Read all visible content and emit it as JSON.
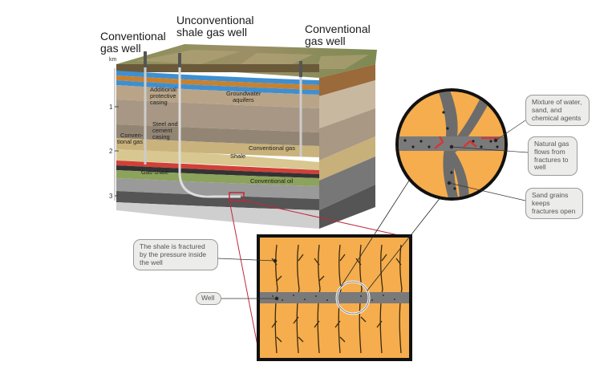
{
  "wells": {
    "conventional_left": "Conventional\ngas well",
    "unconventional": "Unconventional\nshale gas well",
    "conventional_right": "Conventional\ngas well"
  },
  "depth_axis": {
    "unit": "km",
    "ticks": [
      "1",
      "2",
      "3"
    ]
  },
  "cross_section_labels": {
    "protective_casing": "Additional protective casing",
    "steel_cement": "Steel and cement casing",
    "groundwater": "Groundwater aquifers",
    "conventional_gas_left": "Conven-tional gas",
    "shale": "Shale",
    "conventional_gas": "Conventional gas",
    "conventional_oil": "Conventional oil",
    "gas_shale": "Gas-shale"
  },
  "callouts": {
    "mixture": "Mixture of water, sand, and chemical agents",
    "natural_gas": "Natural gas flows from fractures to well",
    "sand_grains": "Sand grains keeps fractures open",
    "shale_fractured": "The shale is fractured by the pressure inside the well",
    "well": "Well"
  },
  "colors": {
    "shale_orange": "#f5ad4d",
    "well_grey": "#7a7a7a",
    "aquifer_blue": "#3f8fd0",
    "frame_red": "#c0283a",
    "gas_red": "#e03030",
    "callout_bg": "#ececea"
  }
}
